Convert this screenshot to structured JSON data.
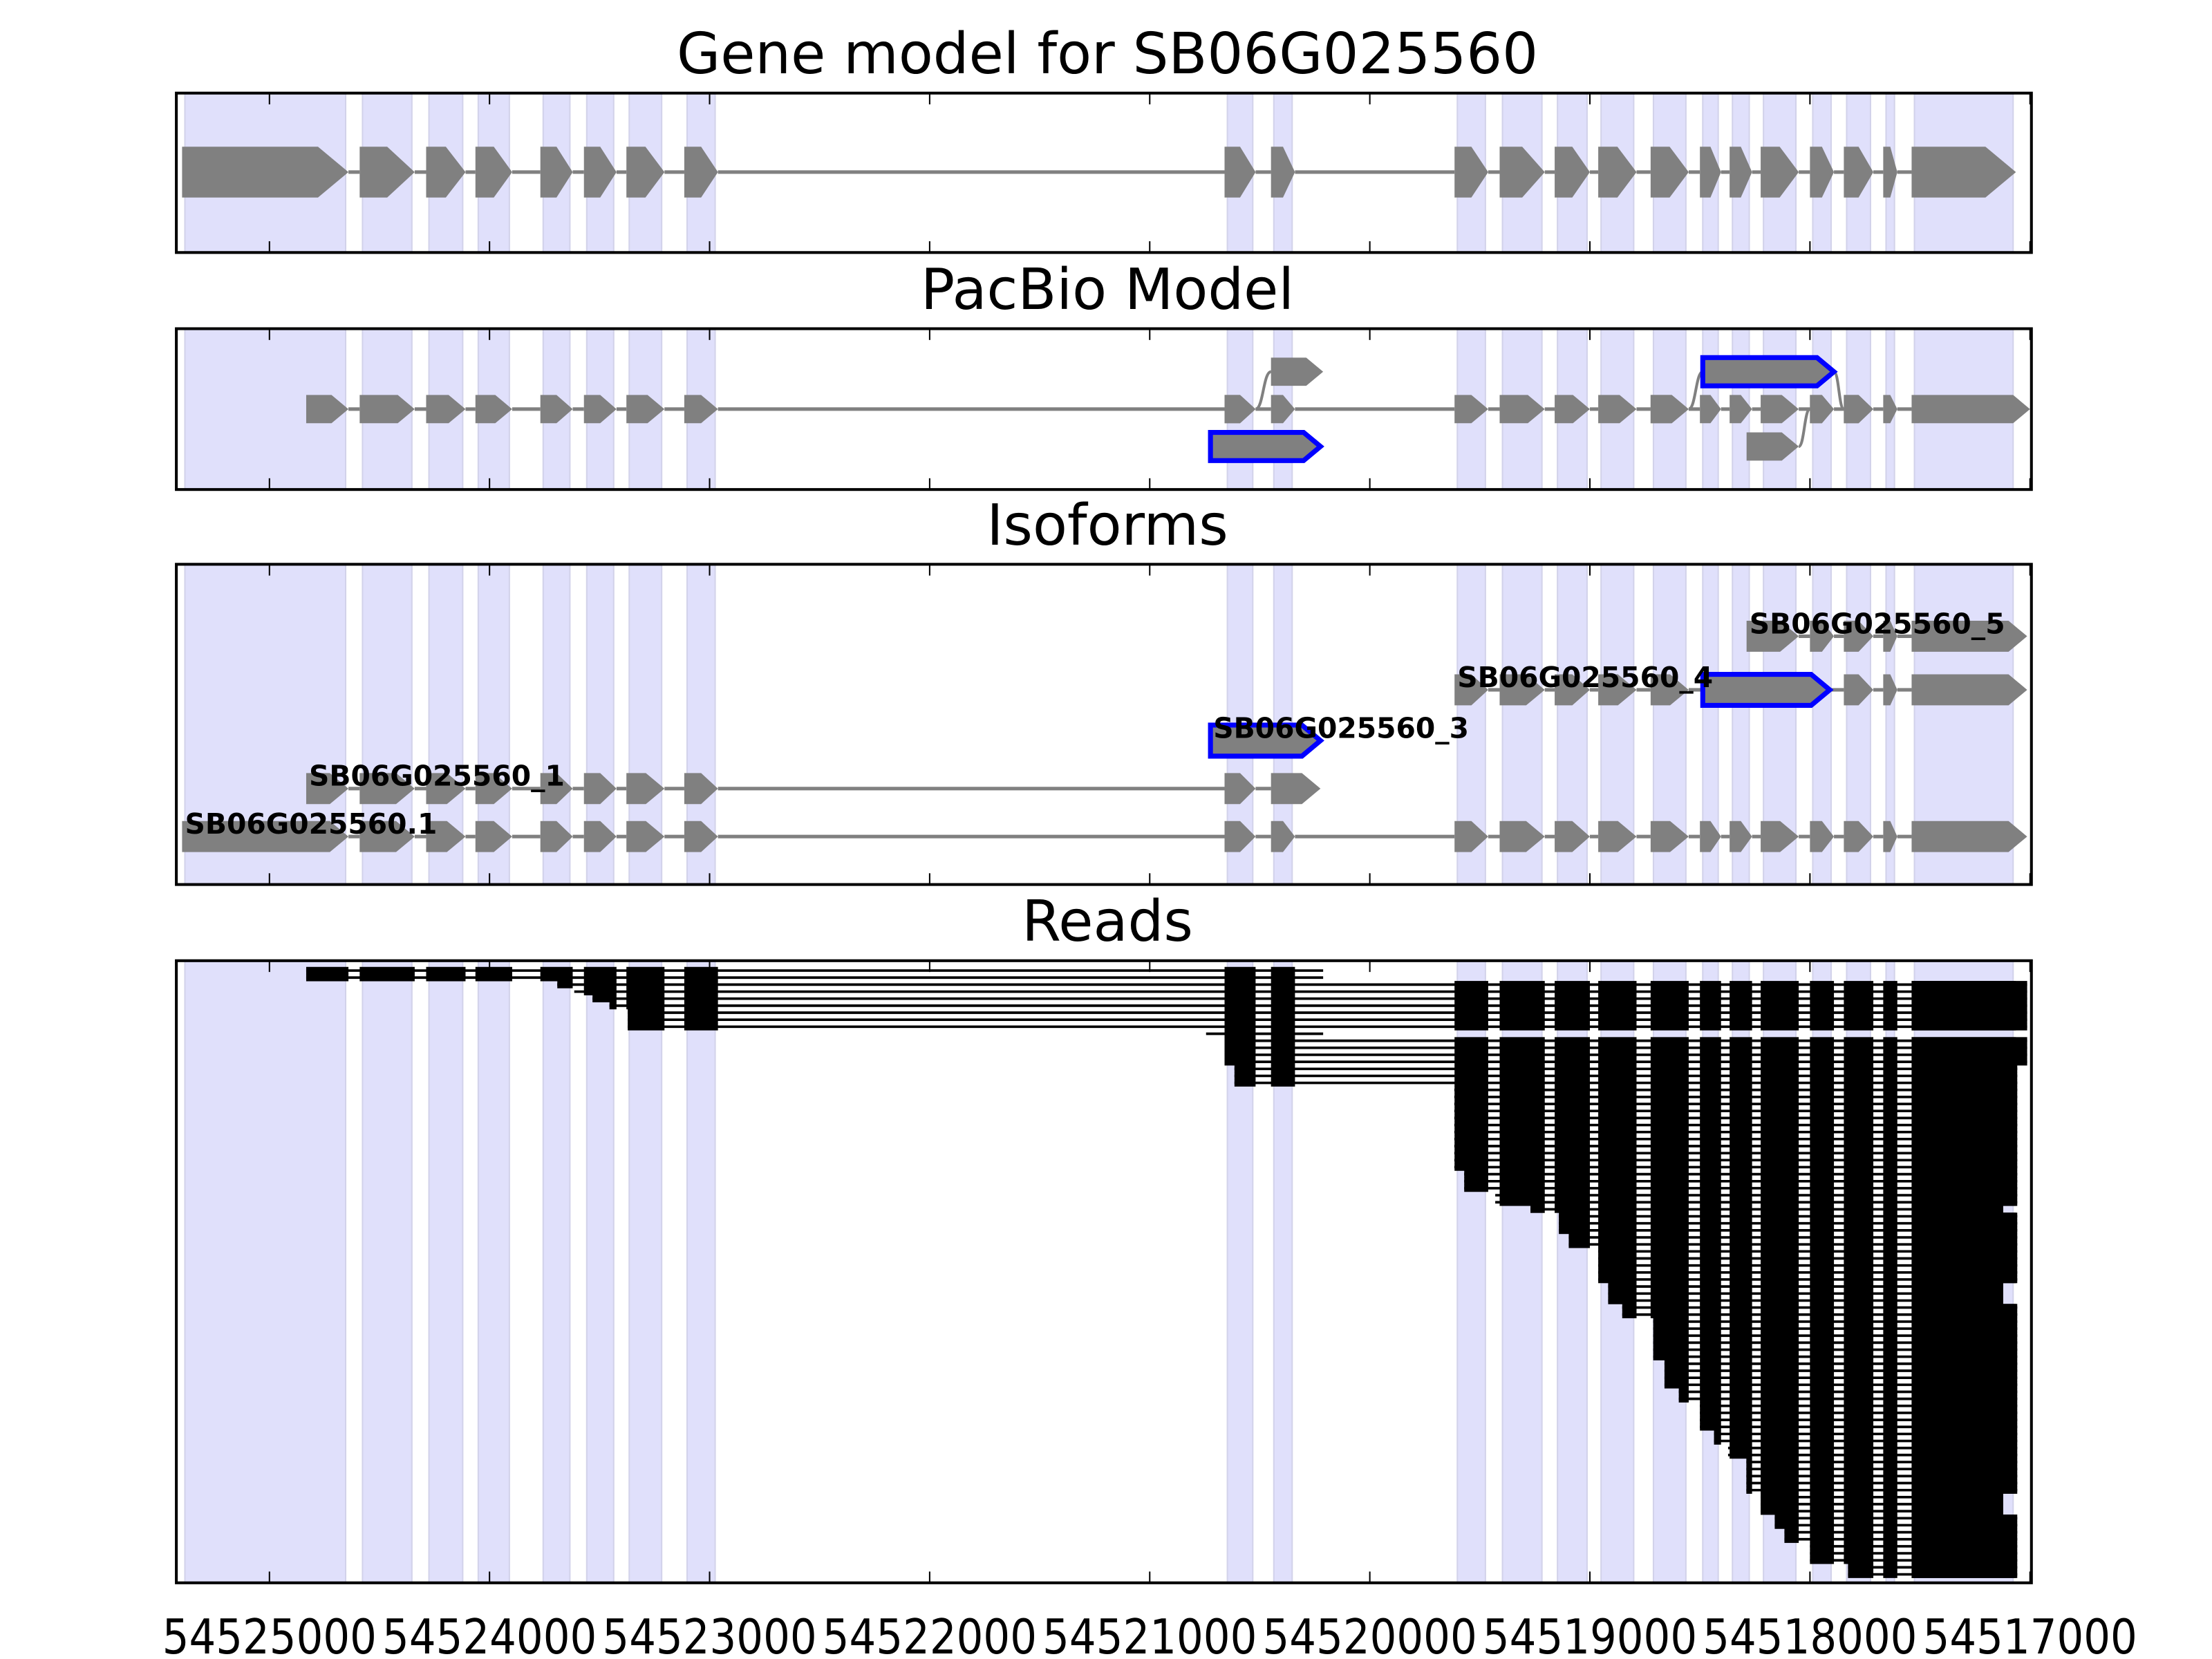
{
  "chart_data": {
    "type": "gene-structure",
    "xaxis": {
      "range": [
        54525423,
        54517000
      ],
      "reversed": true,
      "ticks": [
        54525000,
        54524000,
        54523000,
        54522000,
        54521000,
        54520000,
        54519000,
        54518000,
        54517000
      ],
      "tick_labels": [
        "54525000",
        "54524000",
        "54523000",
        "54522000",
        "54521000",
        "54520000",
        "54519000",
        "54518000",
        "54517000"
      ]
    },
    "colors": {
      "exon": "#808080",
      "highlight": "#0000ff",
      "band": "#e0e0fb",
      "read": "#000000"
    },
    "gene_exons": [
      [
        54525397,
        54524641
      ],
      [
        54524590,
        54524340
      ],
      [
        54524288,
        54524109
      ],
      [
        54524064,
        54523897
      ],
      [
        54523769,
        54523622
      ],
      [
        54523571,
        54523423
      ],
      [
        54523378,
        54523205
      ],
      [
        54523115,
        54522962
      ],
      [
        54520660,
        54520519
      ],
      [
        54520449,
        54520340
      ],
      [
        54519615,
        54519462
      ],
      [
        54519410,
        54519205
      ],
      [
        54519160,
        54519000
      ],
      [
        54518962,
        54518788
      ],
      [
        54518724,
        54518551
      ],
      [
        54518500,
        54518404
      ],
      [
        54518365,
        54518263
      ],
      [
        54518224,
        54518051
      ],
      [
        54518000,
        54517891
      ],
      [
        54517846,
        54517712
      ],
      [
        54517667,
        54517603
      ],
      [
        54517538,
        54517064
      ]
    ],
    "panels": [
      {
        "title": "Gene model for SB06G025560",
        "transcripts": [
          {
            "label": "",
            "exons": "gene"
          }
        ]
      },
      {
        "title": "PacBio Model",
        "transcripts": [
          {
            "label": "",
            "exons": [
              [
                54524833,
                54524641,
                0
              ],
              [
                54524590,
                54524340,
                0
              ],
              [
                54524288,
                54524109,
                0
              ],
              [
                54524064,
                54523897,
                0
              ],
              [
                54523769,
                54523622,
                0
              ],
              [
                54523571,
                54523423,
                0
              ],
              [
                54523378,
                54523205,
                0
              ],
              [
                54523115,
                54522962,
                0
              ],
              [
                54520660,
                54520519,
                0
              ],
              [
                54520449,
                54520340,
                0
              ],
              [
                54519615,
                54519462,
                0
              ],
              [
                54519410,
                54519205,
                0
              ],
              [
                54519160,
                54519000,
                0
              ],
              [
                54518962,
                54518788,
                0
              ],
              [
                54518724,
                54518551,
                0
              ],
              [
                54518500,
                54518404,
                0
              ],
              [
                54518365,
                54518263,
                0
              ],
              [
                54518224,
                54518051,
                0
              ],
              [
                54518000,
                54517891,
                0
              ],
              [
                54517846,
                54517712,
                0
              ],
              [
                54517667,
                54517603,
                0
              ],
              [
                54517538,
                54517000,
                0
              ]
            ]
          },
          {
            "label": "",
            "exons": [
              [
                54520660,
                54520519,
                0
              ],
              [
                54520449,
                54520212,
                -1
              ]
            ]
          },
          {
            "label": "",
            "exons": [
              [
                54520724,
                54520224,
                1,
                true
              ]
            ]
          },
          {
            "label": "",
            "exons": [
              [
                54518724,
                54518551,
                0
              ],
              [
                54518487,
                54517891,
                -1,
                true
              ],
              [
                54517846,
                54517712,
                0
              ]
            ]
          },
          {
            "label": "",
            "exons": [
              [
                54518288,
                54518051,
                1
              ],
              [
                54518000,
                54517891,
                0
              ]
            ]
          }
        ]
      },
      {
        "title": "Isoforms",
        "transcripts": [
          {
            "label": "SB06G025560_5",
            "exons": [
              [
                54518288,
                54518051,
                0
              ],
              [
                54518000,
                54517891,
                0
              ],
              [
                54517846,
                54517712,
                0
              ],
              [
                54517667,
                54517603,
                0
              ],
              [
                54517538,
                54517013,
                0
              ]
            ]
          },
          {
            "label": "SB06G025560_4",
            "exons": [
              [
                54519615,
                54519462,
                1
              ],
              [
                54519410,
                54519205,
                1
              ],
              [
                54519160,
                54519000,
                1
              ],
              [
                54518962,
                54518788,
                1
              ],
              [
                54518724,
                54518551,
                1
              ],
              [
                54518487,
                54517910,
                1,
                true
              ],
              [
                54517846,
                54517712,
                1
              ],
              [
                54517667,
                54517603,
                1
              ],
              [
                54517538,
                54517013,
                1
              ]
            ]
          },
          {
            "label": "SB06G025560_3",
            "exons": [
              [
                54520724,
                54520224,
                2,
                true
              ]
            ]
          },
          {
            "label": "SB06G025560_1",
            "exons": [
              [
                54524833,
                54524641,
                3
              ],
              [
                54524590,
                54524340,
                3
              ],
              [
                54524288,
                54524109,
                3
              ],
              [
                54524064,
                54523897,
                3
              ],
              [
                54523769,
                54523622,
                3
              ],
              [
                54523571,
                54523423,
                3
              ],
              [
                54523378,
                54523205,
                3
              ],
              [
                54523115,
                54522962,
                3
              ],
              [
                54520660,
                54520519,
                3
              ],
              [
                54520449,
                54520224,
                3
              ]
            ]
          },
          {
            "label": "SB06G025560.1",
            "exons": [
              [
                54525397,
                54524641,
                4
              ],
              [
                54524590,
                54524340,
                4
              ],
              [
                54524288,
                54524109,
                4
              ],
              [
                54524064,
                54523897,
                4
              ],
              [
                54523769,
                54523622,
                4
              ],
              [
                54523571,
                54523423,
                4
              ],
              [
                54523378,
                54523205,
                4
              ],
              [
                54523115,
                54522962,
                4
              ],
              [
                54520660,
                54520519,
                4
              ],
              [
                54520449,
                54520340,
                4
              ],
              [
                54519615,
                54519462,
                4
              ],
              [
                54519410,
                54519205,
                4
              ],
              [
                54519160,
                54519000,
                4
              ],
              [
                54518962,
                54518788,
                4
              ],
              [
                54518724,
                54518551,
                4
              ],
              [
                54518500,
                54518404,
                4
              ],
              [
                54518365,
                54518263,
                4
              ],
              [
                54518224,
                54518051,
                4
              ],
              [
                54518000,
                54517891,
                4
              ],
              [
                54517846,
                54517712,
                4
              ],
              [
                54517667,
                54517603,
                4
              ],
              [
                54517538,
                54517013,
                4
              ]
            ]
          }
        ]
      },
      {
        "title": "Reads",
        "read_groups": [
          {
            "start": 54524833,
            "end": 54520212,
            "count": 2
          },
          {
            "start": 54523692,
            "end": 54517013,
            "count": 1
          },
          {
            "start": 54523615,
            "end": 54517013,
            "count": 1
          },
          {
            "start": 54523532,
            "end": 54517013,
            "count": 1
          },
          {
            "start": 54523455,
            "end": 54517013,
            "count": 1
          },
          {
            "start": 54523372,
            "end": 54517013,
            "count": 3
          },
          {
            "start": 54520744,
            "end": 54520212,
            "count": 1
          },
          {
            "start": 54520660,
            "end": 54517013,
            "count": 4
          },
          {
            "start": 54520615,
            "end": 54517058,
            "count": 3
          },
          {
            "start": 54519616,
            "end": 54517058,
            "count": 12
          },
          {
            "start": 54519571,
            "end": 54517058,
            "count": 3
          },
          {
            "start": 54519430,
            "end": 54517058,
            "count": 2
          },
          {
            "start": 54519270,
            "end": 54517122,
            "count": 1
          },
          {
            "start": 54519141,
            "end": 54517058,
            "count": 3
          },
          {
            "start": 54519096,
            "end": 54517058,
            "count": 2
          },
          {
            "start": 54518962,
            "end": 54517058,
            "count": 5
          },
          {
            "start": 54518917,
            "end": 54517122,
            "count": 3
          },
          {
            "start": 54518853,
            "end": 54517058,
            "count": 2
          },
          {
            "start": 54518712,
            "end": 54517058,
            "count": 6
          },
          {
            "start": 54518661,
            "end": 54517058,
            "count": 4
          },
          {
            "start": 54518596,
            "end": 54517058,
            "count": 2
          },
          {
            "start": 54518500,
            "end": 54517058,
            "count": 4
          },
          {
            "start": 54518436,
            "end": 54517058,
            "count": 2
          },
          {
            "start": 54518372,
            "end": 54517058,
            "count": 2
          },
          {
            "start": 54518289,
            "end": 54517058,
            "count": 5
          },
          {
            "start": 54518224,
            "end": 54517122,
            "count": 3
          },
          {
            "start": 54518160,
            "end": 54517058,
            "count": 2
          },
          {
            "start": 54518116,
            "end": 54517058,
            "count": 2
          },
          {
            "start": 54518000,
            "end": 54517058,
            "count": 3
          },
          {
            "start": 54517827,
            "end": 54517058,
            "count": 2
          }
        ]
      }
    ]
  }
}
